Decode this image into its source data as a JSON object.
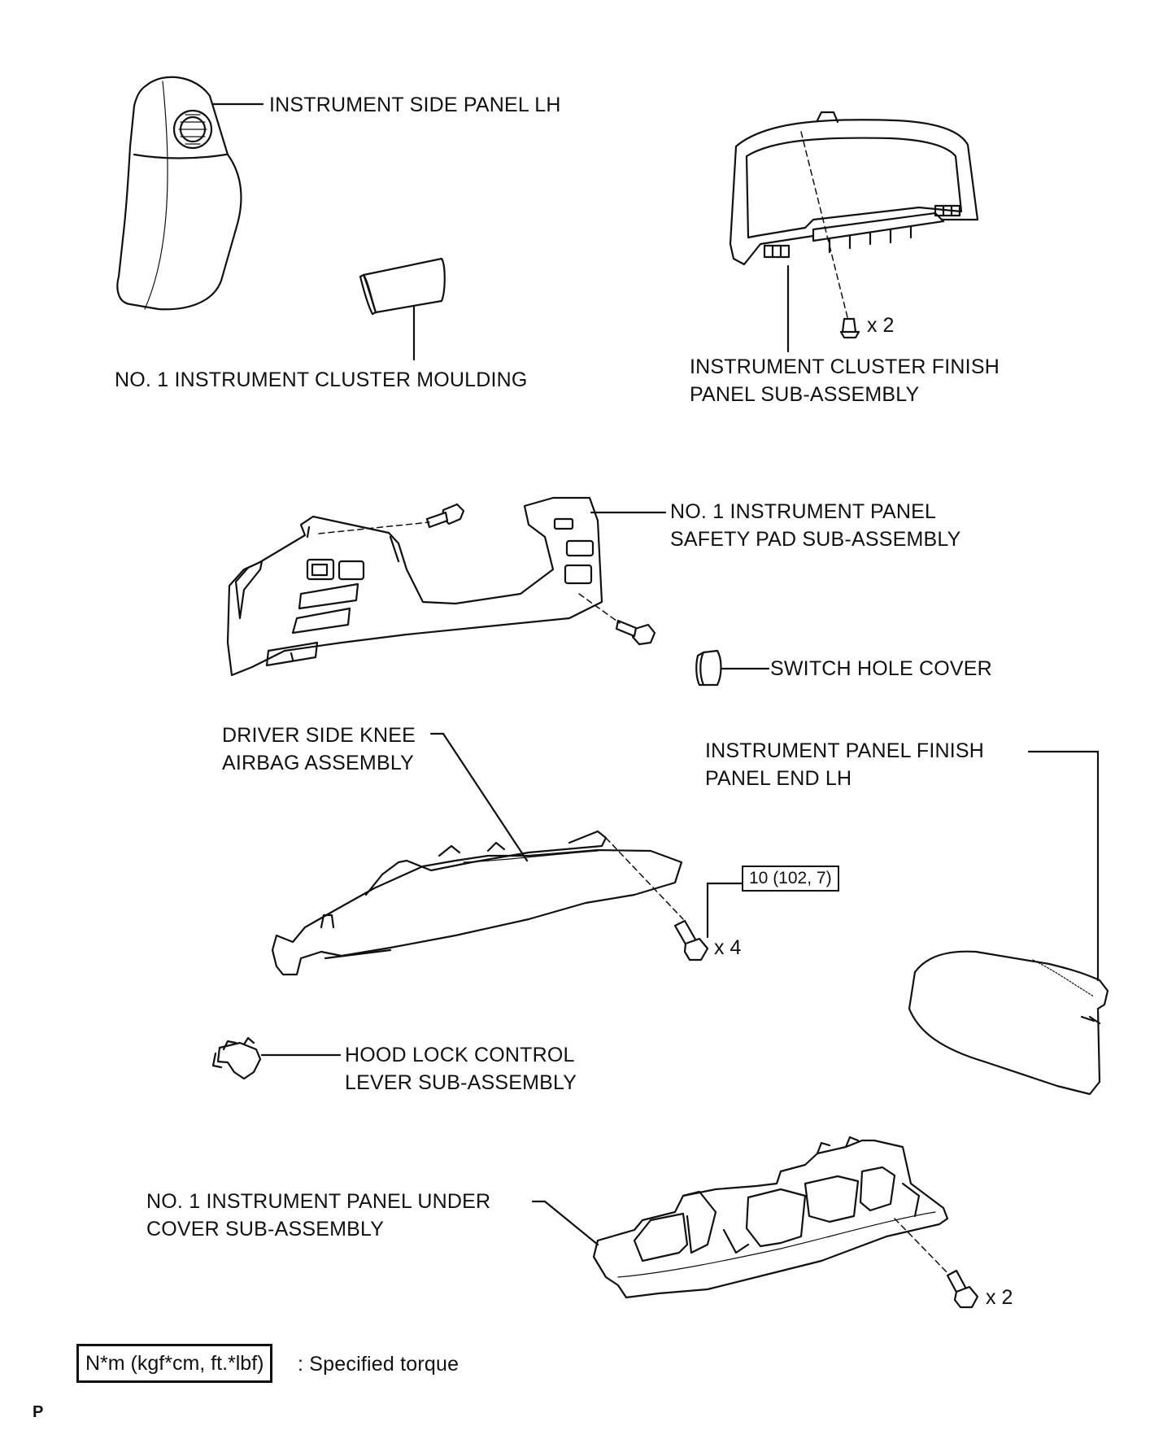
{
  "labels": {
    "side_panel": "INSTRUMENT SIDE PANEL LH",
    "moulding": "NO. 1 INSTRUMENT CLUSTER MOULDING",
    "cluster_finish_1": "INSTRUMENT CLUSTER FINISH",
    "cluster_finish_2": "PANEL SUB-ASSEMBLY",
    "safety_pad_1": "NO. 1 INSTRUMENT PANEL",
    "safety_pad_2": "SAFETY PAD SUB-ASSEMBLY",
    "switch_hole_cover": "SWITCH HOLE COVER",
    "knee_airbag_1": "DRIVER SIDE KNEE",
    "knee_airbag_2": "AIRBAG ASSEMBLY",
    "finish_end_1": "INSTRUMENT PANEL FINISH",
    "finish_end_2": "PANEL END LH",
    "hood_lock_1": "HOOD LOCK CONTROL",
    "hood_lock_2": "LEVER SUB-ASSEMBLY",
    "under_cover_1": "NO. 1 INSTRUMENT PANEL UNDER",
    "under_cover_2": "COVER SUB-ASSEMBLY"
  },
  "quantities": {
    "cluster_clips": "x 2",
    "airbag_bolts": "x 4",
    "under_cover_bolts": "x 2"
  },
  "torque": {
    "airbag_bolt": "10 (102, 7)"
  },
  "legend": {
    "unit": "N*m (kgf*cm, ft.*lbf)",
    "description": ": Specified torque"
  },
  "page_mark": "P"
}
